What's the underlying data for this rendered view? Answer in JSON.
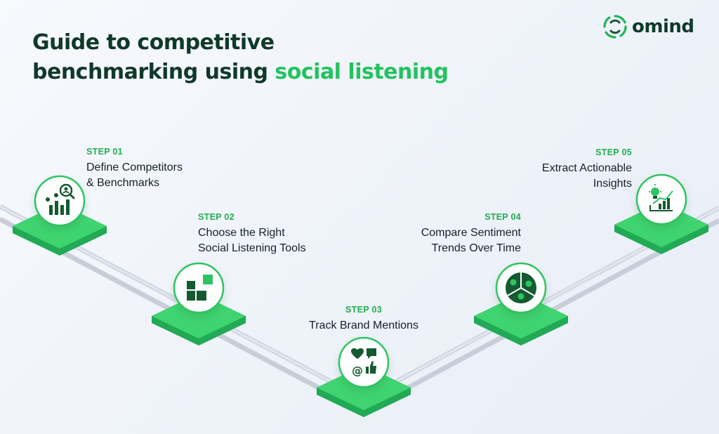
{
  "title": {
    "line1": "Guide to competitive",
    "line2_plain": "benchmarking using ",
    "line2_highlight": "social listening"
  },
  "brand": {
    "name": "omind",
    "icon": "omind-logo-icon"
  },
  "colors": {
    "title": "#10392a",
    "highlight": "#22c35e",
    "step_label": "#1fae4f",
    "platform_top": "#3fd46f",
    "platform_side": "#22a956",
    "icon": "#155a30"
  },
  "steps": [
    {
      "label": "STEP 01",
      "line1": "Define Competitors",
      "line2": "& Benchmarks",
      "icon": "analytics-search-icon"
    },
    {
      "label": "STEP 02",
      "line1": "Choose the Right",
      "line2": "Social Listening Tools",
      "icon": "tools-grid-icon"
    },
    {
      "label": "STEP 03",
      "line1": "Track Brand Mentions",
      "line2": "",
      "icon": "social-mentions-icon"
    },
    {
      "label": "STEP 04",
      "line1": "Compare Sentiment",
      "line2": "Trends Over Time",
      "icon": "sentiment-pie-icon"
    },
    {
      "label": "STEP 05",
      "line1": "Extract Actionable",
      "line2": "Insights",
      "icon": "insights-chart-icon"
    }
  ]
}
